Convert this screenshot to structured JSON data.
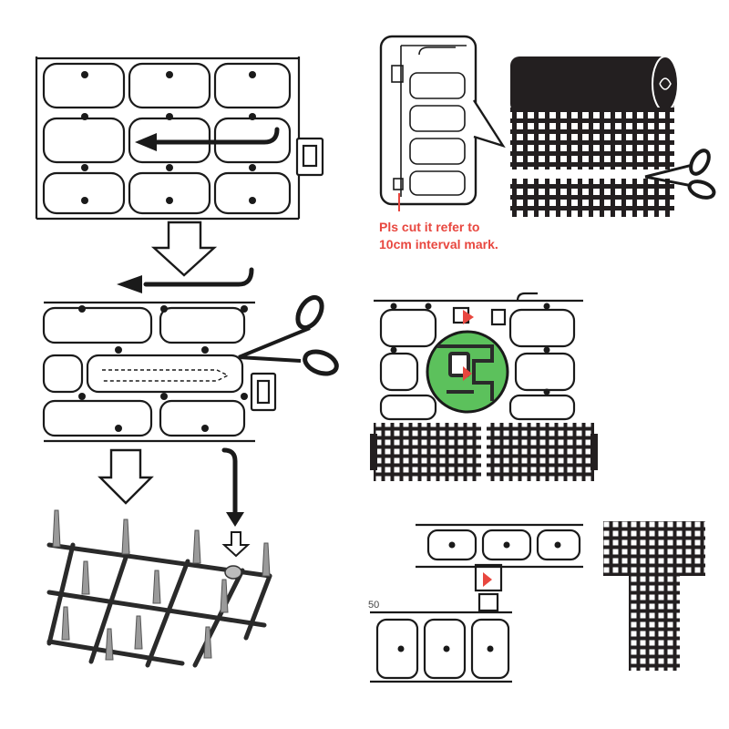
{
  "instruction_note": {
    "line1": "Pls cut it refer to",
    "line2": "10cm interval mark."
  },
  "scale_mark": "50",
  "colors": {
    "ink": "#1a1a1a",
    "mesh_fill": "#231f20",
    "callout_green": "#5cc15c",
    "highlight_red": "#e8473f",
    "spike_gray": "#9a9a9a"
  },
  "icons": [
    "scissors-icon",
    "hook-pin-icon",
    "down-arrow-icon",
    "left-arrow-icon",
    "mesh-roll-icon",
    "zoom-callout-icon"
  ]
}
